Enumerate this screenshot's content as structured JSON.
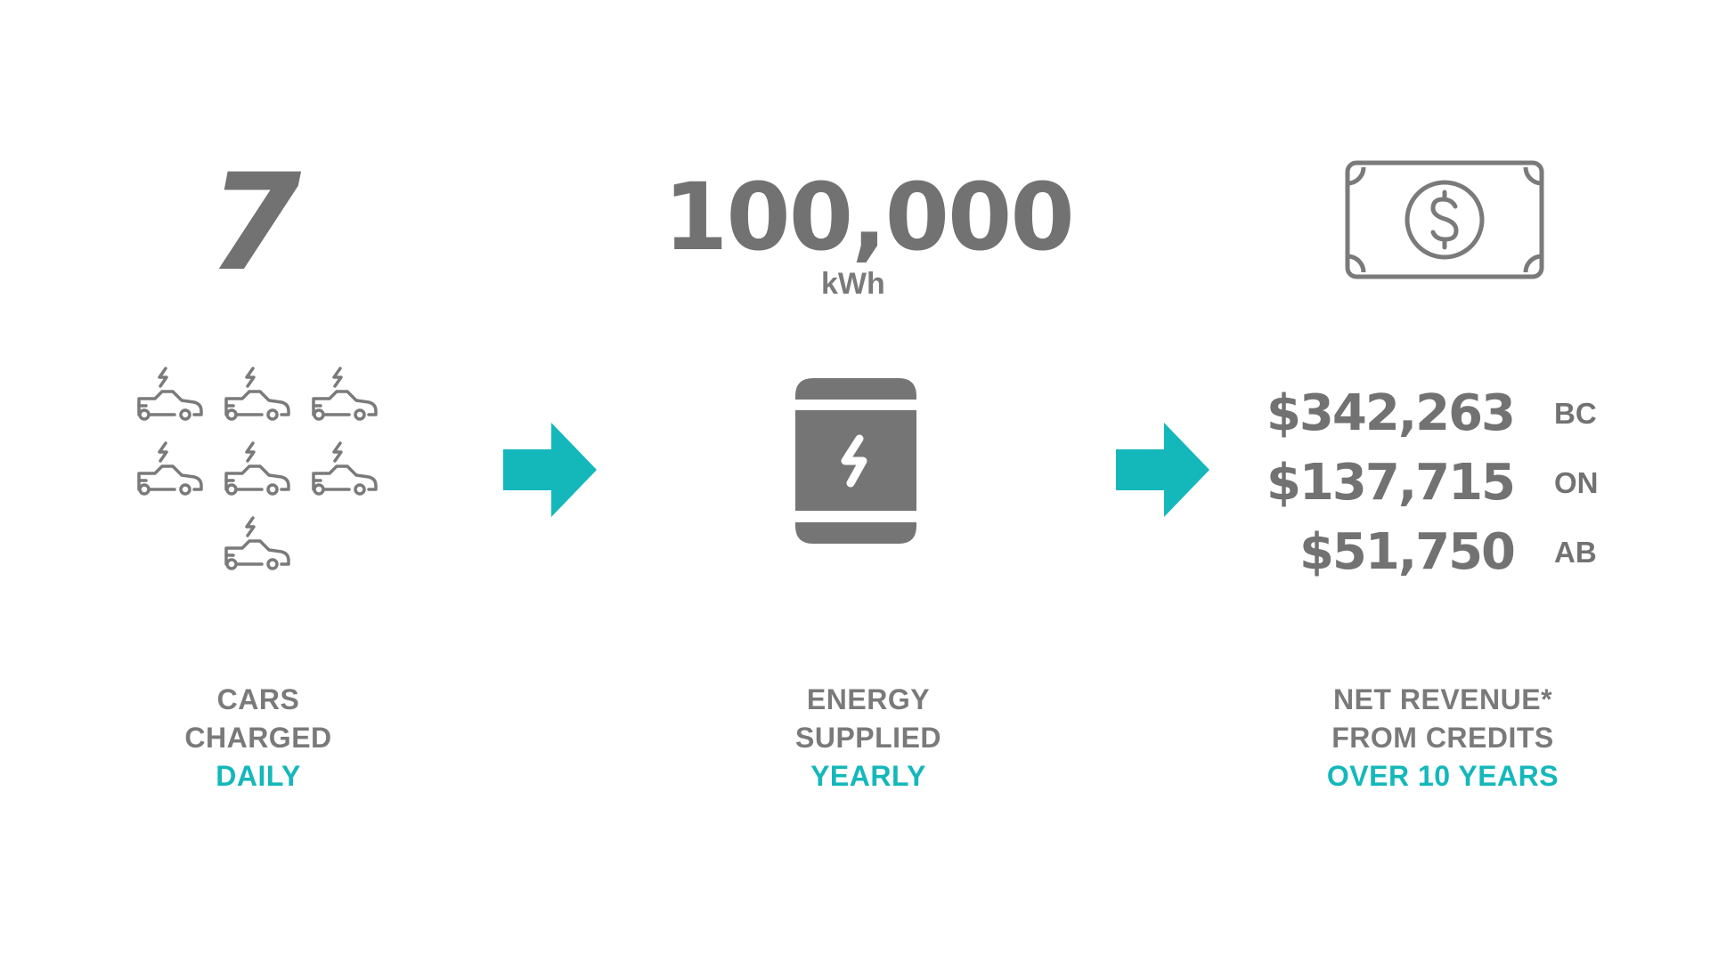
{
  "cars": {
    "count": "7",
    "car_icon_count": 7,
    "icon": "ev-car-icon",
    "caption_line1": "CARS",
    "caption_line2": "CHARGED",
    "caption_accent": "DAILY"
  },
  "energy": {
    "amount": "100,000",
    "unit": "kWh",
    "icon": "battery-bolt-icon",
    "caption_line1": "ENERGY",
    "caption_line2": "SUPPLIED",
    "caption_accent": "YEARLY"
  },
  "revenue": {
    "icon": "dollar-bill-icon",
    "rows": [
      {
        "amount": "$342,263",
        "region": "BC"
      },
      {
        "amount": "$137,715",
        "region": "ON"
      },
      {
        "amount": "$51,750",
        "region": "AB"
      }
    ],
    "caption_line1": "NET REVENUE*",
    "caption_line2": "FROM CREDITS",
    "caption_accent": "OVER 10 YEARS"
  },
  "colors": {
    "accent": "#14b8bb",
    "gray": "#727272"
  }
}
